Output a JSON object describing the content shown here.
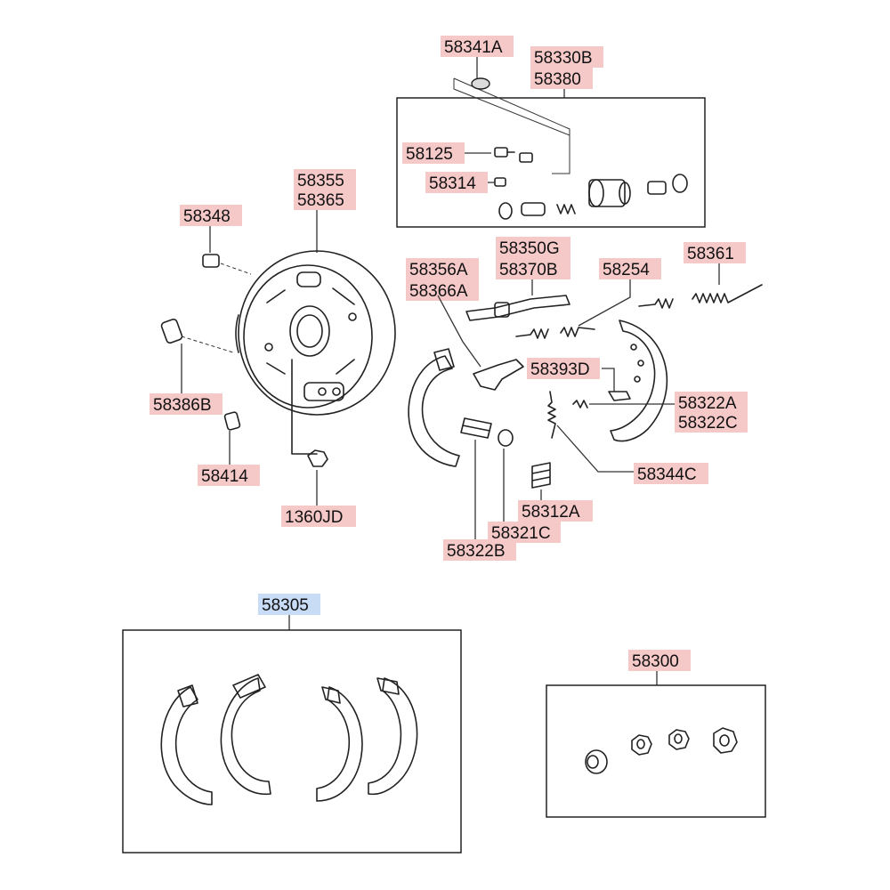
{
  "diagram": {
    "labels": [
      {
        "id": "p58341A",
        "text": "58341A",
        "kind": "red"
      },
      {
        "id": "p58330B",
        "text": "58330B",
        "kind": "red"
      },
      {
        "id": "p58380",
        "text": "58380",
        "kind": "red"
      },
      {
        "id": "p58125",
        "text": "58125",
        "kind": "red"
      },
      {
        "id": "p58314",
        "text": "58314",
        "kind": "red"
      },
      {
        "id": "p58355",
        "text": "58355",
        "kind": "red"
      },
      {
        "id": "p58365",
        "text": "58365",
        "kind": "red"
      },
      {
        "id": "p58348",
        "text": "58348",
        "kind": "red"
      },
      {
        "id": "p58350G",
        "text": "58350G",
        "kind": "red"
      },
      {
        "id": "p58370B",
        "text": "58370B",
        "kind": "red"
      },
      {
        "id": "p58356A",
        "text": "58356A",
        "kind": "red"
      },
      {
        "id": "p58366A",
        "text": "58366A",
        "kind": "red"
      },
      {
        "id": "p58254",
        "text": "58254",
        "kind": "red"
      },
      {
        "id": "p58361",
        "text": "58361",
        "kind": "red"
      },
      {
        "id": "p58393D",
        "text": "58393D",
        "kind": "red"
      },
      {
        "id": "p58322A",
        "text": "58322A",
        "kind": "red"
      },
      {
        "id": "p58322C",
        "text": "58322C",
        "kind": "red"
      },
      {
        "id": "p58386B",
        "text": "58386B",
        "kind": "red"
      },
      {
        "id": "p58414",
        "text": "58414",
        "kind": "red"
      },
      {
        "id": "p1360JD",
        "text": "1360JD",
        "kind": "red"
      },
      {
        "id": "p58344C",
        "text": "58344C",
        "kind": "red"
      },
      {
        "id": "p58312A",
        "text": "58312A",
        "kind": "red"
      },
      {
        "id": "p58321C",
        "text": "58321C",
        "kind": "red"
      },
      {
        "id": "p58322B",
        "text": "58322B",
        "kind": "red"
      },
      {
        "id": "p58305",
        "text": "58305",
        "kind": "blue"
      },
      {
        "id": "p58300",
        "text": "58300",
        "kind": "red"
      }
    ]
  },
  "colors": {
    "red_label_bg": "#f6c9c9",
    "blue_label_bg": "#c9dcf6",
    "line": "#222222"
  }
}
